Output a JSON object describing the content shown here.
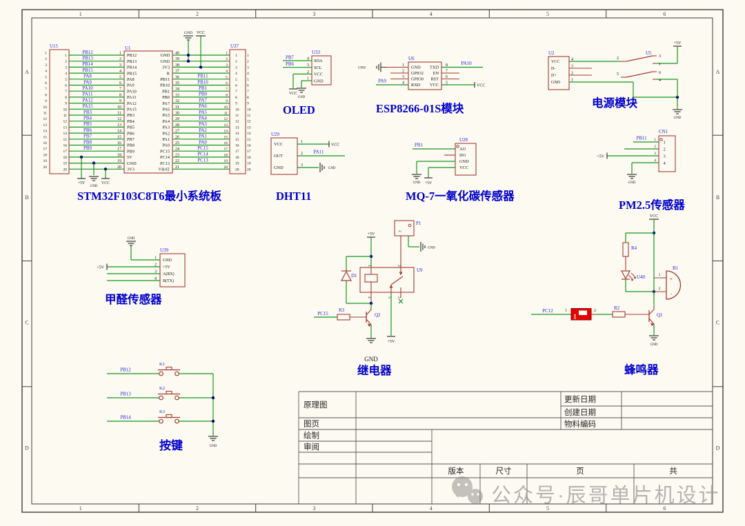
{
  "sheet": {
    "frame": {
      "columns": [
        "1",
        "2",
        "3",
        "4",
        "5",
        "6"
      ],
      "rows": [
        "A",
        "B",
        "C",
        "D"
      ]
    },
    "watermark": {
      "icon": "wechat-icon",
      "text": "公众号·辰哥单片机设计"
    },
    "power_labels": {
      "p5v": "+5V",
      "vcc": "VCC",
      "gnd": "GND"
    },
    "colors": {
      "wire": "#12961c",
      "component": "#a33a32",
      "net_label": "#1d1dd6",
      "background": "#fdfaf1",
      "junction": "#00008b",
      "switch_body": "#e60000"
    }
  },
  "title_block": {
    "schematic_label": "原理图",
    "sheet_label": "图页",
    "drawn_label": "绘制",
    "review_label": "审阅",
    "update_date_label": "更新日期",
    "create_date_label": "创建日期",
    "material_code_label": "物料编码",
    "version_label": "版本",
    "size_label": "尺寸",
    "page_label": "页",
    "total_label": "共"
  },
  "modules": {
    "stm32": {
      "title": "STM32F103C8T6最小系统板",
      "left_connector": "U15",
      "mcu": "U1",
      "right_connector": "U37",
      "left_rows": [
        {
          "pin": "1",
          "name": "PB12",
          "net": "PB12"
        },
        {
          "pin": "2",
          "name": "PB13",
          "net": "PB13"
        },
        {
          "pin": "3",
          "name": "PB14",
          "net": "PB14"
        },
        {
          "pin": "4",
          "name": "PB15",
          "net": "PB15"
        },
        {
          "pin": "5",
          "name": "PA8",
          "net": "PA8"
        },
        {
          "pin": "6",
          "name": "PA9",
          "net": "PA9"
        },
        {
          "pin": "7",
          "name": "PA10",
          "net": "PA10"
        },
        {
          "pin": "8",
          "name": "PA11",
          "net": "PA11"
        },
        {
          "pin": "9",
          "name": "PA12",
          "net": "PA12"
        },
        {
          "pin": "10",
          "name": "PA15",
          "net": "PA15"
        },
        {
          "pin": "11",
          "name": "PB3",
          "net": "PB3"
        },
        {
          "pin": "12",
          "name": "PB4",
          "net": "PB4"
        },
        {
          "pin": "13",
          "name": "PB5",
          "net": "PB5"
        },
        {
          "pin": "14",
          "name": "PB6",
          "net": "PB6"
        },
        {
          "pin": "15",
          "name": "PB7",
          "net": "PB7"
        },
        {
          "pin": "16",
          "name": "PB8",
          "net": "PB8"
        },
        {
          "pin": "17",
          "name": "PB9",
          "net": "PB9"
        },
        {
          "pin": "18",
          "name": "5V",
          "net": ""
        },
        {
          "pin": "19",
          "name": "GND",
          "net": ""
        },
        {
          "pin": "20",
          "name": "3V3",
          "net": ""
        }
      ],
      "right_rows": [
        {
          "pin": "40",
          "name": "GND",
          "net": ""
        },
        {
          "pin": "39",
          "name": "GND",
          "net": ""
        },
        {
          "pin": "38",
          "name": "3V3",
          "net": ""
        },
        {
          "pin": "37",
          "name": "R",
          "net": ""
        },
        {
          "pin": "36",
          "name": "PB11",
          "net": "PB11"
        },
        {
          "pin": "35",
          "name": "PB10",
          "net": "PB10"
        },
        {
          "pin": "34",
          "name": "PB1",
          "net": "PB1"
        },
        {
          "pin": "33",
          "name": "PB0",
          "net": "PB0"
        },
        {
          "pin": "32",
          "name": "PA7",
          "net": "PA7"
        },
        {
          "pin": "31",
          "name": "PA6",
          "net": "PA6"
        },
        {
          "pin": "30",
          "name": "PA5",
          "net": "PA5"
        },
        {
          "pin": "29",
          "name": "PA4",
          "net": "PA4"
        },
        {
          "pin": "28",
          "name": "PA3",
          "net": "PA3"
        },
        {
          "pin": "27",
          "name": "PA2",
          "net": "PA2"
        },
        {
          "pin": "26",
          "name": "PA1",
          "net": "PA1"
        },
        {
          "pin": "25",
          "name": "PA0",
          "net": "PA0"
        },
        {
          "pin": "24",
          "name": "PC15",
          "net": "PC15"
        },
        {
          "pin": "23",
          "name": "PC14",
          "net": "PC14"
        },
        {
          "pin": "22",
          "name": "PC13",
          "net": "PC13"
        },
        {
          "pin": "21",
          "name": "VBAT",
          "net": ""
        }
      ]
    },
    "oled": {
      "title": "OLED",
      "designator": "U33",
      "pins": [
        {
          "num": "4",
          "name": "SDA",
          "net": "PB7"
        },
        {
          "num": "3",
          "name": "SCL",
          "net": "PB6"
        },
        {
          "num": "2",
          "name": "VCC",
          "net": ""
        },
        {
          "num": "1",
          "name": "GND",
          "net": ""
        }
      ]
    },
    "esp8266": {
      "title": "ESP8266-01S模块",
      "designator": "U6",
      "left_pins": [
        {
          "num": "1",
          "name": "GND",
          "net": ""
        },
        {
          "num": "2",
          "name": "GPIO2",
          "net": ""
        },
        {
          "num": "3",
          "name": "GPIO0",
          "net": ""
        },
        {
          "num": "4",
          "name": "RXD",
          "net": "PA9"
        }
      ],
      "right_pins": [
        {
          "num": "8",
          "name": "TXD",
          "net": "PA10"
        },
        {
          "num": "7",
          "name": "EN",
          "net": ""
        },
        {
          "num": "6",
          "name": "RST",
          "net": ""
        },
        {
          "num": "5",
          "name": "VCC",
          "net": ""
        }
      ]
    },
    "power": {
      "title": "电源模块",
      "connector": "U2",
      "switch": "U5",
      "pins": [
        {
          "num": "4",
          "name": "VCC"
        },
        {
          "num": "3",
          "name": "D-"
        },
        {
          "num": "2",
          "name": "D+"
        },
        {
          "num": "1",
          "name": "GND"
        }
      ],
      "switch_pins": [
        "2",
        "3",
        "1",
        "5",
        "6",
        "4"
      ]
    },
    "dht11": {
      "title": "DHT11",
      "designator": "U29",
      "pins": [
        {
          "num": "1",
          "name": "VCC",
          "net": ""
        },
        {
          "num": "2",
          "name": "OUT",
          "net": "PA11"
        },
        {
          "num": "3",
          "name": "GND",
          "net": ""
        }
      ]
    },
    "mq7": {
      "title": "MQ-7一氧化碳传感器",
      "designator": "U28",
      "pins": [
        {
          "name": "AO",
          "net": "PB1"
        },
        {
          "name": "DO",
          "net": ""
        },
        {
          "name": "GND",
          "net": ""
        },
        {
          "name": "VCC",
          "net": ""
        }
      ]
    },
    "pm25": {
      "title": "PM2.5传感器",
      "designator": "CN1",
      "pins": [
        "1",
        "2",
        "3",
        "4"
      ],
      "net": "PB11"
    },
    "formaldehyde": {
      "title": "甲醛传感器",
      "designator": "U39",
      "pins": [
        {
          "num": "1",
          "name": "GND"
        },
        {
          "num": "2",
          "name": "+5V"
        },
        {
          "num": "3",
          "name": "A(RX)"
        },
        {
          "num": "4",
          "name": "B(TX)"
        }
      ]
    },
    "relay": {
      "title": "继电器",
      "connector": "P1",
      "relay": "U9",
      "diode": "D1",
      "resistor": "R3",
      "transistor": "Q2",
      "net": "PC15",
      "gnd_text": "GND",
      "pin_numbers": [
        "1",
        "2",
        "4",
        "5",
        "3"
      ],
      "p1_pin": "2"
    },
    "buzzer": {
      "title": "蜂鸣器",
      "led_resistor": "R4",
      "led": "U40",
      "buzzer_ref": "B1",
      "base_resistor": "R2",
      "transistor": "Q1",
      "net": "PC12",
      "switch_text": "ON",
      "switch_pins": [
        "1",
        "2"
      ],
      "buzzer_pins": [
        "1",
        "2"
      ],
      "plus": "+",
      "minus": "-"
    },
    "keys": {
      "title": "按键",
      "buttons": [
        {
          "ref": "K1",
          "net": "PB12"
        },
        {
          "ref": "K2",
          "net": "PB13"
        },
        {
          "ref": "K3",
          "net": "PB14"
        }
      ]
    }
  }
}
